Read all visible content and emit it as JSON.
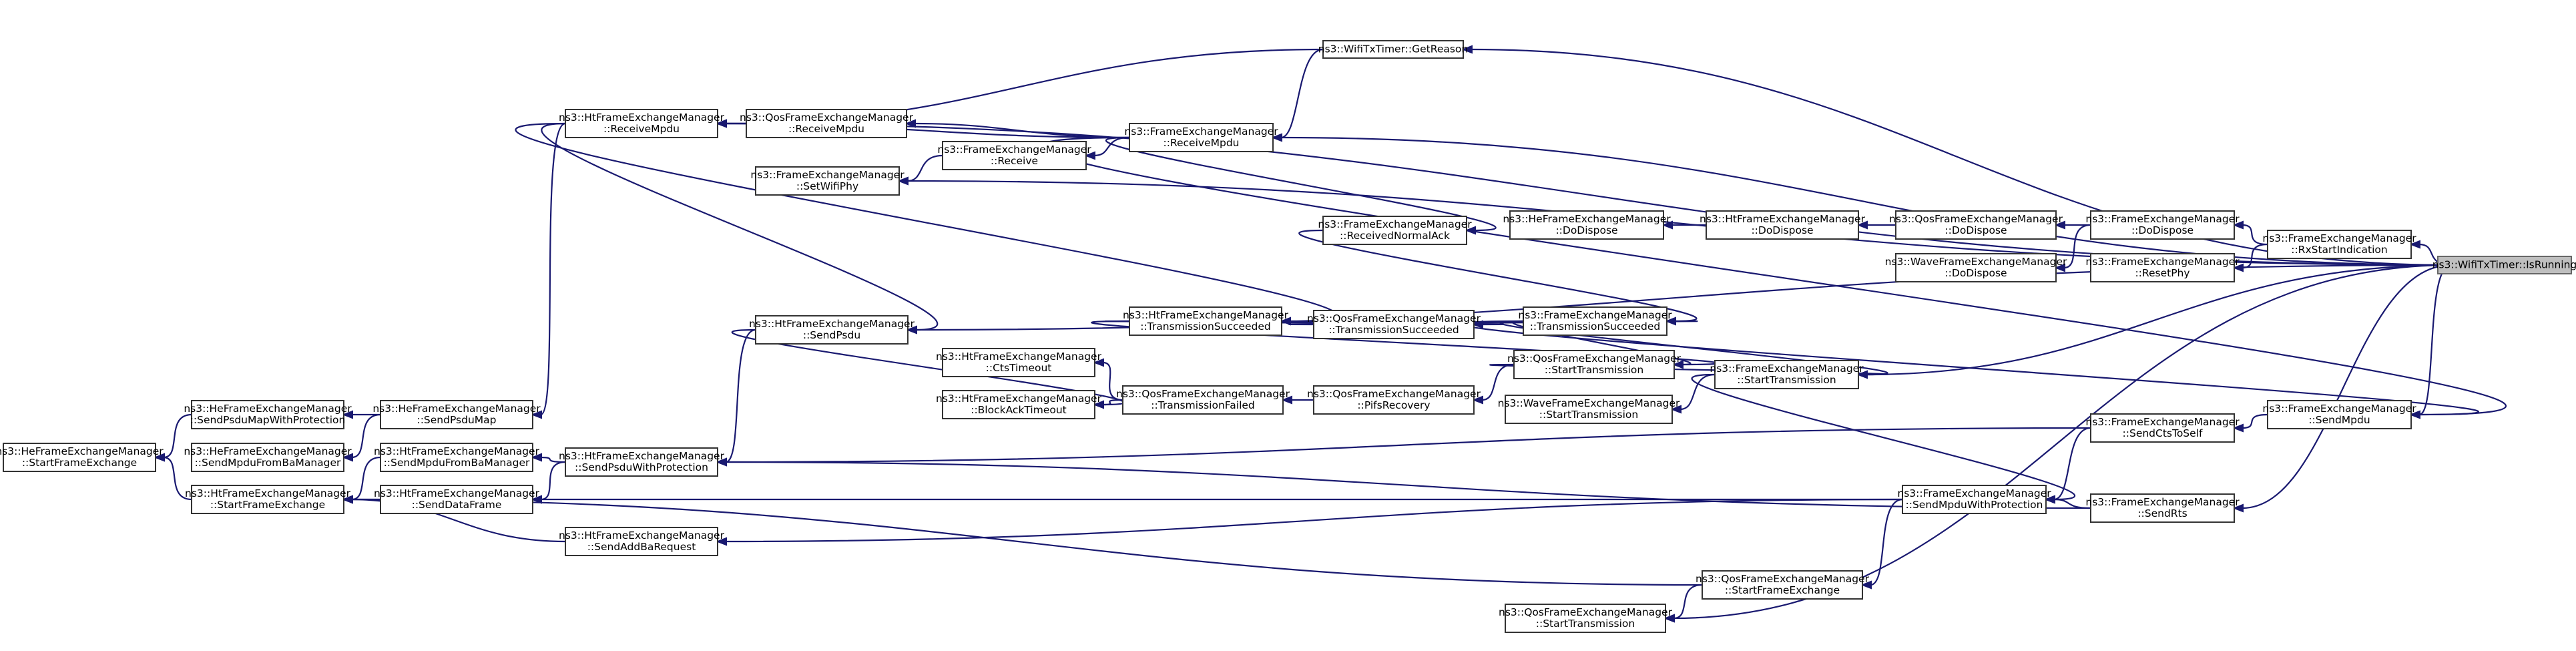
{
  "diagram": {
    "nodes": [
      {
        "id": "isrunning",
        "lines": [
          "ns3::WifiTxTimer::IsRunning"
        ],
        "root": true
      },
      {
        "id": "getreason",
        "lines": [
          "ns3::WifiTxTimer::GetReason"
        ]
      },
      {
        "id": "fem_receivempdu",
        "lines": [
          "ns3::FrameExchangeManager",
          "::ReceiveMpdu"
        ]
      },
      {
        "id": "qfem_receivempdu",
        "lines": [
          "ns3::QosFrameExchangeManager",
          "::ReceiveMpdu"
        ]
      },
      {
        "id": "htfem_receivempdu",
        "lines": [
          "ns3::HtFrameExchangeManager",
          "::ReceiveMpdu"
        ]
      },
      {
        "id": "fem_receive",
        "lines": [
          "ns3::FrameExchangeManager",
          "::Receive"
        ]
      },
      {
        "id": "fem_setwifiphy",
        "lines": [
          "ns3::FrameExchangeManager",
          "::SetWifiPhy"
        ]
      },
      {
        "id": "fem_receivednormalack",
        "lines": [
          "ns3::FrameExchangeManager",
          "::ReceivedNormalAck"
        ]
      },
      {
        "id": "hefem_dodispose",
        "lines": [
          "ns3::HeFrameExchangeManager",
          "::DoDispose"
        ]
      },
      {
        "id": "htfem_dodispose",
        "lines": [
          "ns3::HtFrameExchangeManager",
          "::DoDispose"
        ]
      },
      {
        "id": "qfem_dodispose",
        "lines": [
          "ns3::QosFrameExchangeManager",
          "::DoDispose"
        ]
      },
      {
        "id": "fem_dodispose",
        "lines": [
          "ns3::FrameExchangeManager",
          "::DoDispose"
        ]
      },
      {
        "id": "wfem_dodispose",
        "lines": [
          "ns3::WaveFrameExchangeManager",
          "::DoDispose"
        ]
      },
      {
        "id": "fem_rxstartindication",
        "lines": [
          "ns3::FrameExchangeManager",
          "::RxStartIndication"
        ]
      },
      {
        "id": "fem_resetphy",
        "lines": [
          "ns3::FrameExchangeManager",
          "::ResetPhy"
        ]
      },
      {
        "id": "htfem_sendpsdu",
        "lines": [
          "ns3::HtFrameExchangeManager",
          "::SendPsdu"
        ]
      },
      {
        "id": "htfem_transmissionsucceeded",
        "lines": [
          "ns3::HtFrameExchangeManager",
          "::TransmissionSucceeded"
        ]
      },
      {
        "id": "qfem_transmissionsucceeded",
        "lines": [
          "ns3::QosFrameExchangeManager",
          "::TransmissionSucceeded"
        ]
      },
      {
        "id": "fem_transmissionsucceeded",
        "lines": [
          "ns3::FrameExchangeManager",
          "::TransmissionSucceeded"
        ]
      },
      {
        "id": "qfem_starttransmission",
        "lines": [
          "ns3::QosFrameExchangeManager",
          "::StartTransmission"
        ]
      },
      {
        "id": "fem_starttransmission",
        "lines": [
          "ns3::FrameExchangeManager",
          "::StartTransmission"
        ]
      },
      {
        "id": "wfem_starttransmission",
        "lines": [
          "ns3::WaveFrameExchangeManager",
          "::StartTransmission"
        ]
      },
      {
        "id": "htfem_ctstimeout",
        "lines": [
          "ns3::HtFrameExchangeManager",
          "::CtsTimeout"
        ]
      },
      {
        "id": "htfem_blockacktimeout",
        "lines": [
          "ns3::HtFrameExchangeManager",
          "::BlockAckTimeout"
        ]
      },
      {
        "id": "qfem_transmissionfailed",
        "lines": [
          "ns3::QosFrameExchangeManager",
          "::TransmissionFailed"
        ]
      },
      {
        "id": "qfem_pifsrecovery",
        "lines": [
          "ns3::QosFrameExchangeManager",
          "::PifsRecovery"
        ]
      },
      {
        "id": "hefem_sendpsdumapwithprotection",
        "lines": [
          "ns3::HeFrameExchangeManager",
          "::SendPsduMapWithProtection"
        ]
      },
      {
        "id": "hefem_sendpsdumap",
        "lines": [
          "ns3::HeFrameExchangeManager",
          "::SendPsduMap"
        ]
      },
      {
        "id": "hefem_startframeexchange",
        "lines": [
          "ns3::HeFrameExchangeManager",
          "::StartFrameExchange"
        ]
      },
      {
        "id": "hefem_sendmpdufrombamanager",
        "lines": [
          "ns3::HeFrameExchangeManager",
          "::SendMpduFromBaManager"
        ]
      },
      {
        "id": "htfem_sendmpdufrombamanager",
        "lines": [
          "ns3::HtFrameExchangeManager",
          "::SendMpduFromBaManager"
        ]
      },
      {
        "id": "htfem_sendpsduwithprotection",
        "lines": [
          "ns3::HtFrameExchangeManager",
          "::SendPsduWithProtection"
        ]
      },
      {
        "id": "htfem_startframeexchange",
        "lines": [
          "ns3::HtFrameExchangeManager",
          "::StartFrameExchange"
        ]
      },
      {
        "id": "htfem_senddataframe",
        "lines": [
          "ns3::HtFrameExchangeManager",
          "::SendDataFrame"
        ]
      },
      {
        "id": "htfem_sendaddbarequest",
        "lines": [
          "ns3::HtFrameExchangeManager",
          "::SendAddBaRequest"
        ]
      },
      {
        "id": "fem_sendmpduwithprotection",
        "lines": [
          "ns3::FrameExchangeManager",
          "::SendMpduWithProtection"
        ]
      },
      {
        "id": "fem_sendctstoself",
        "lines": [
          "ns3::FrameExchangeManager",
          "::SendCtsToSelf"
        ]
      },
      {
        "id": "fem_sendmpdu",
        "lines": [
          "ns3::FrameExchangeManager",
          "::SendMpdu"
        ]
      },
      {
        "id": "fem_sendrts",
        "lines": [
          "ns3::FrameExchangeManager",
          "::SendRts"
        ]
      },
      {
        "id": "qfem_startframeexchange",
        "lines": [
          "ns3::QosFrameExchangeManager",
          "::StartFrameExchange"
        ]
      },
      {
        "id": "qfem_starttransmission2",
        "lines": [
          "ns3::QosFrameExchangeManager",
          "::StartTransmission"
        ]
      }
    ],
    "edges": [
      [
        "getreason",
        "isrunning"
      ],
      [
        "fem_receivempdu",
        "isrunning"
      ],
      [
        "htfem_receivempdu",
        "isrunning"
      ],
      [
        "fem_setwifiphy",
        "isrunning"
      ],
      [
        "fem_rxstartindication",
        "isrunning"
      ],
      [
        "htfem_sendpsdu",
        "isrunning"
      ],
      [
        "fem_starttransmission",
        "isrunning"
      ],
      [
        "fem_sendmpdu",
        "isrunning"
      ],
      [
        "fem_sendrts",
        "isrunning"
      ],
      [
        "qfem_starttransmission2",
        "isrunning"
      ],
      [
        "htfem_receivempdu",
        "getreason"
      ],
      [
        "fem_receivempdu",
        "getreason"
      ],
      [
        "fem_receive",
        "fem_receivempdu"
      ],
      [
        "qfem_receivempdu",
        "fem_receivempdu"
      ],
      [
        "htfem_receivempdu",
        "fem_receivempdu"
      ],
      [
        "fem_setwifiphy",
        "fem_receive"
      ],
      [
        "htfem_receivempdu",
        "qfem_receivempdu"
      ],
      [
        "fem_receivednormalack",
        "fem_receivempdu"
      ],
      [
        "fem_transmissionsucceeded",
        "fem_receivednormalack"
      ],
      [
        "hefem_dodispose",
        "htfem_dodispose"
      ],
      [
        "htfem_dodispose",
        "qfem_dodispose"
      ],
      [
        "qfem_dodispose",
        "fem_dodispose"
      ],
      [
        "wfem_dodispose",
        "fem_dodispose"
      ],
      [
        "fem_dodispose",
        "fem_rxstartindication"
      ],
      [
        "fem_resetphy",
        "fem_rxstartindication"
      ],
      [
        "htfem_sendpsdu",
        "htfem_receivempdu"
      ],
      [
        "htfem_transmissionsucceeded",
        "htfem_receivempdu"
      ],
      [
        "qfem_transmissionsucceeded",
        "htfem_transmissionsucceeded"
      ],
      [
        "fem_transmissionsucceeded",
        "qfem_transmissionsucceeded"
      ],
      [
        "qfem_starttransmission",
        "fem_transmissionsucceeded"
      ],
      [
        "fem_starttransmission",
        "fem_transmissionsucceeded"
      ],
      [
        "fem_sendmpdu",
        "fem_transmissionsucceeded"
      ],
      [
        "qfem_starttransmission",
        "htfem_transmissionsucceeded"
      ],
      [
        "fem_starttransmission",
        "qfem_starttransmission"
      ],
      [
        "wfem_starttransmission",
        "fem_starttransmission"
      ],
      [
        "fem_sendmpduwithprotection",
        "fem_starttransmission"
      ],
      [
        "qfem_pifsrecovery",
        "qfem_starttransmission"
      ],
      [
        "qfem_transmissionfailed",
        "qfem_pifsrecovery"
      ],
      [
        "htfem_ctstimeout",
        "qfem_transmissionfailed"
      ],
      [
        "htfem_blockacktimeout",
        "qfem_transmissionfailed"
      ],
      [
        "htfem_blockacktimeout",
        "htfem_sendpsdu"
      ],
      [
        "htfem_sendpsduwithprotection",
        "htfem_sendpsdu"
      ],
      [
        "hefem_sendpsdumap",
        "htfem_receivempdu"
      ],
      [
        "hefem_sendpsdumapwithprotection",
        "hefem_sendpsdumap"
      ],
      [
        "hefem_sendmpdufrombamanager",
        "hefem_sendpsdumap"
      ],
      [
        "hefem_startframeexchange",
        "hefem_sendpsdumapwithprotection"
      ],
      [
        "hefem_startframeexchange",
        "htfem_startframeexchange"
      ],
      [
        "htfem_startframeexchange",
        "htfem_sendmpdufrombamanager"
      ],
      [
        "htfem_startframeexchange",
        "htfem_senddataframe"
      ],
      [
        "htfem_sendmpdufrombamanager",
        "htfem_sendpsduwithprotection"
      ],
      [
        "htfem_senddataframe",
        "htfem_sendpsduwithprotection"
      ],
      [
        "htfem_sendpsduwithprotection",
        "fem_sendctstoself"
      ],
      [
        "htfem_sendpsduwithprotection",
        "fem_sendrts"
      ],
      [
        "htfem_senddataframe",
        "fem_sendmpduwithprotection"
      ],
      [
        "htfem_sendaddbarequest",
        "fem_sendmpduwithprotection"
      ],
      [
        "htfem_startframeexchange",
        "htfem_sendaddbarequest"
      ],
      [
        "htfem_startframeexchange",
        "qfem_startframeexchange"
      ],
      [
        "qfem_startframeexchange",
        "fem_sendmpduwithprotection"
      ],
      [
        "fem_sendmpduwithprotection",
        "fem_sendctstoself"
      ],
      [
        "fem_sendmpduwithprotection",
        "fem_sendrts"
      ],
      [
        "fem_sendctstoself",
        "fem_sendmpdu"
      ],
      [
        "fem_sendmpdu",
        "fem_receivempdu"
      ],
      [
        "qfem_starttransmission2",
        "qfem_startframeexchange"
      ]
    ]
  }
}
